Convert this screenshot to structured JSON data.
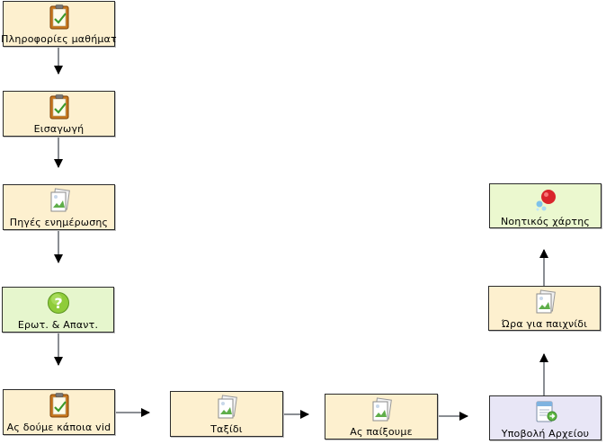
{
  "nodes": [
    {
      "id": "n1",
      "label": "Πληροφορίες μαθήματ",
      "icon": "notepad-icon"
    },
    {
      "id": "n2",
      "label": "Εισαγωγή",
      "icon": "notepad-icon"
    },
    {
      "id": "n3",
      "label": "Πηγές ενημέρωσης",
      "icon": "image-page-icon"
    },
    {
      "id": "n4",
      "label": "Ερωτ. & Απαντ.",
      "icon": "question-icon"
    },
    {
      "id": "n5",
      "label": "Ας δούμε κάποια vid",
      "icon": "notepad-icon"
    },
    {
      "id": "n6",
      "label": "Ταξίδι",
      "icon": "image-page-icon"
    },
    {
      "id": "n7",
      "label": "Ας παίξουμε",
      "icon": "image-page-icon"
    },
    {
      "id": "n8",
      "label": "Υποβολή Αρχείου",
      "icon": "file-upload-icon"
    },
    {
      "id": "n9",
      "label": "Ώρα για παιχνίδι",
      "icon": "image-page-icon"
    },
    {
      "id": "n10",
      "label": "Νοητικός χάρτης",
      "icon": "mindmap-bubbles-icon"
    }
  ]
}
